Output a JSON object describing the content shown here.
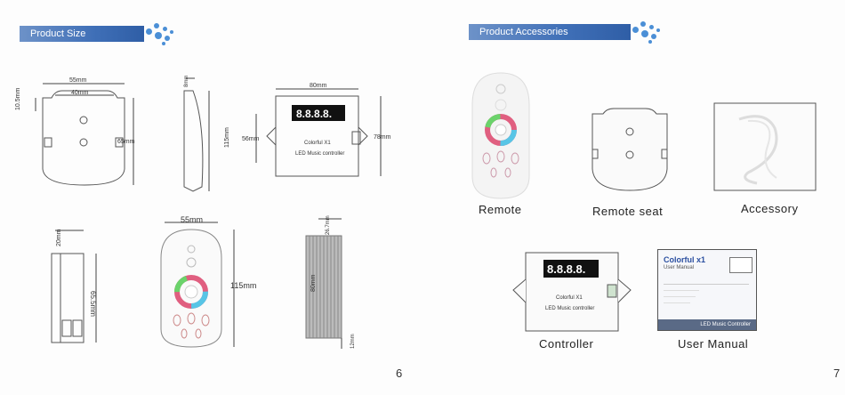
{
  "left_page": {
    "header": "Product  Size",
    "page_number": "6",
    "dims": {
      "d55_a": "55mm",
      "d40": "40mm",
      "d10_5": "10.5mm",
      "d65": "65mm",
      "d8": "8mm",
      "d115_a": "115mm",
      "d80": "80mm",
      "d56": "56mm",
      "d78": "78mm",
      "d20": "20mm",
      "d65_5": "65.5mm",
      "d55_b": "55mm",
      "d115_b": "115mm",
      "d26_7": "26.7mm",
      "d80_b": "80mm",
      "d12": "12mm"
    },
    "controller_label_1": "Colorful  X1",
    "controller_label_2": "LED  Music  controller"
  },
  "right_page": {
    "header": "Product  Accessories",
    "page_number": "7",
    "captions": {
      "remote": "Remote",
      "remote_seat": "Remote seat",
      "accessory": "Accessory",
      "controller": "Controller",
      "manual": "User Manual"
    },
    "controller_label_1": "Colorful  X1",
    "controller_label_2": "LED  Music  controller",
    "manual": {
      "title": "Colorful x1",
      "subtitle": "User Manual",
      "footer": "LED Music Controller"
    }
  },
  "colors": {
    "header_band": "#3f6fb7",
    "bubbles": "#4b8fd6"
  }
}
